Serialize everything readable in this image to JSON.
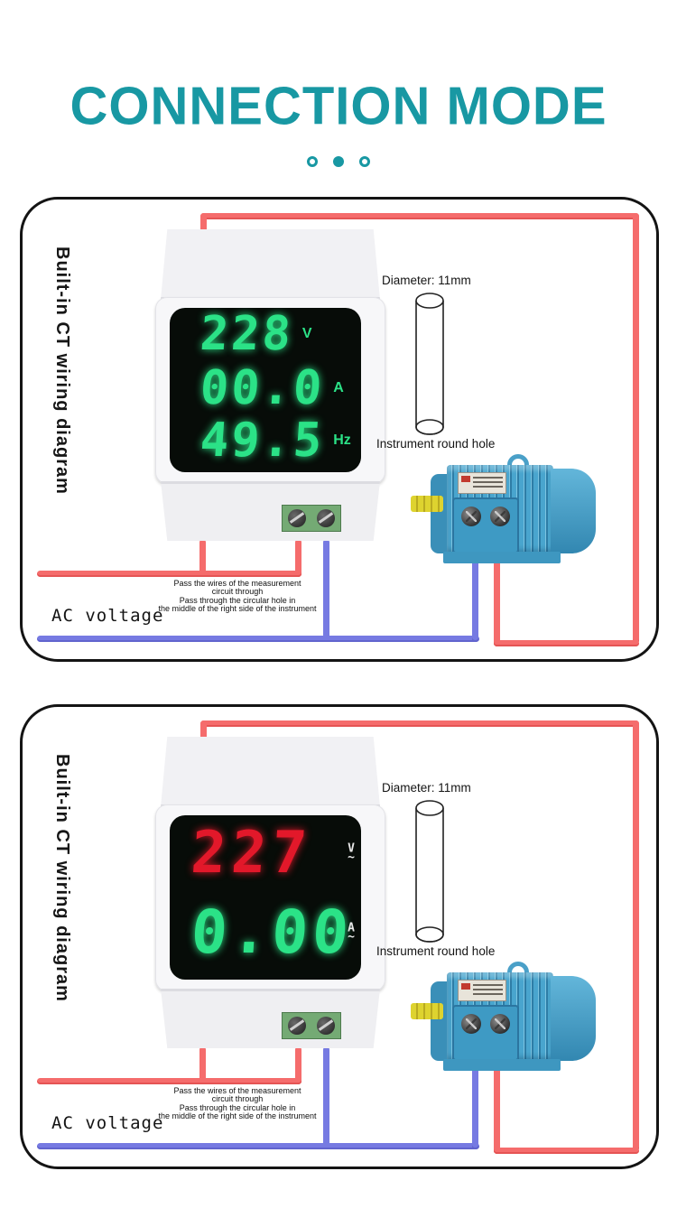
{
  "header": {
    "title": "CONNECTION MODE",
    "dots": [
      "ring",
      "filled",
      "ring"
    ]
  },
  "colors": {
    "accent": "#1898a3",
    "ink": "#151515",
    "wire_red": "#f56c6c",
    "wire_blue": "#767ae2",
    "digit_green": "#2be287",
    "digit_red": "#e2182a",
    "unit_white": "#e9e9e9",
    "display_bg": "#070c08",
    "motor_blue": "#49a5ce",
    "motor_blue_dark": "#2e7da6",
    "motor_blue_light": "#7cc4e1",
    "terminal_green": "#74aa74",
    "shaft_yellow": "#ded32f"
  },
  "panels": [
    {
      "side_label": "Built-in CT wiring diagram",
      "diameter_label": "Diameter: 11mm",
      "hole_label": "Instrument round hole",
      "ac_label": "AC voltage",
      "note_lines": [
        "Pass the wires of the measurement",
        "circuit through",
        "Pass through the circular hole in",
        "the middle of the right side of the instrument"
      ],
      "meter": {
        "rows": [
          {
            "value": "228",
            "unit": "V",
            "color": "#2be287"
          },
          {
            "value": "00.0",
            "unit": "A",
            "color": "#2be287"
          },
          {
            "value": "49.5",
            "unit": "Hz",
            "color": "#2be287"
          }
        ]
      }
    },
    {
      "side_label": "Built-in CT wiring diagram",
      "diameter_label": "Diameter: 11mm",
      "hole_label": "Instrument round hole",
      "ac_label": "AC voltage",
      "note_lines": [
        "Pass the wires of the measurement",
        "circuit through",
        "Pass through the circular hole in",
        "the middle of the right side of the instrument"
      ],
      "meter": {
        "rows": [
          {
            "value": "227",
            "unit": "V",
            "tilde": "~",
            "color": "#e2182a",
            "unit_color": "#e9e9e9"
          },
          {
            "value": "0.00",
            "unit": "A",
            "tilde": "~",
            "color": "#2be287",
            "unit_color": "#e9e9e9"
          }
        ]
      }
    }
  ]
}
